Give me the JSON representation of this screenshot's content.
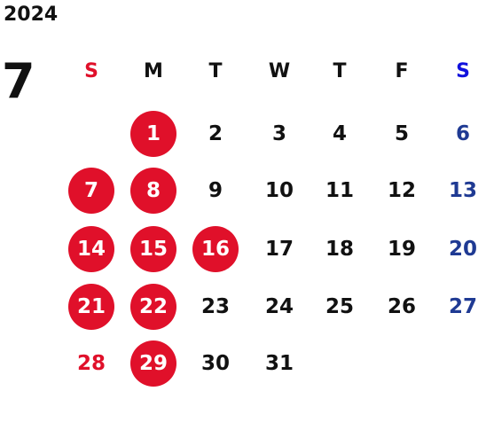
{
  "year": "2024",
  "month": "7",
  "colors": {
    "default": "#111111",
    "sunday": "#e0102a",
    "saturday": "#1f3a93",
    "saturday_header": "#1111dd",
    "circle": "#e0102a",
    "circle_text": "#ffffff"
  },
  "weekdays": [
    "S",
    "M",
    "T",
    "W",
    "T",
    "F",
    "S"
  ],
  "weeks": [
    [
      null,
      {
        "d": "1",
        "c": true
      },
      {
        "d": "2"
      },
      {
        "d": "3"
      },
      {
        "d": "4"
      },
      {
        "d": "5"
      },
      {
        "d": "6"
      }
    ],
    [
      {
        "d": "7",
        "c": true
      },
      {
        "d": "8",
        "c": true
      },
      {
        "d": "9"
      },
      {
        "d": "10"
      },
      {
        "d": "11"
      },
      {
        "d": "12"
      },
      {
        "d": "13"
      }
    ],
    [
      {
        "d": "14",
        "c": true
      },
      {
        "d": "15",
        "c": true
      },
      {
        "d": "16",
        "c": true
      },
      {
        "d": "17"
      },
      {
        "d": "18"
      },
      {
        "d": "19"
      },
      {
        "d": "20"
      }
    ],
    [
      {
        "d": "21",
        "c": true
      },
      {
        "d": "22",
        "c": true
      },
      {
        "d": "23"
      },
      {
        "d": "24"
      },
      {
        "d": "25"
      },
      {
        "d": "26"
      },
      {
        "d": "27"
      }
    ],
    [
      {
        "d": "28"
      },
      {
        "d": "29",
        "c": true
      },
      {
        "d": "30"
      },
      {
        "d": "31"
      },
      null,
      null,
      null
    ]
  ]
}
